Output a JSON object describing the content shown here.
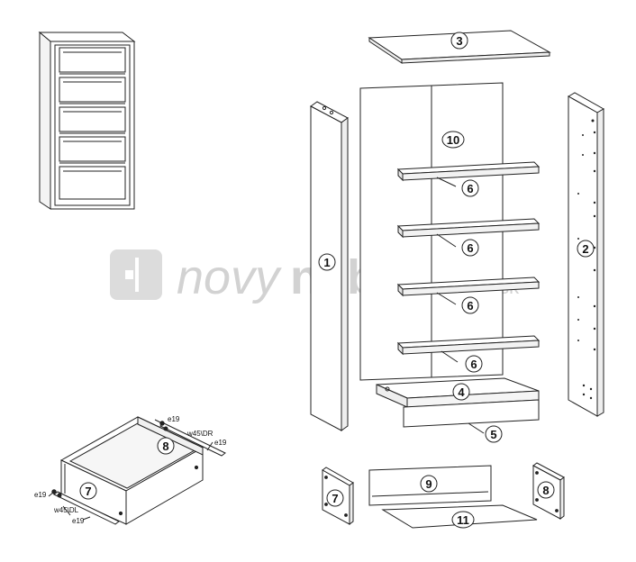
{
  "watermark": {
    "part1": "novy",
    "part2": "nabytok",
    "suffix": ".sk"
  },
  "parts": {
    "p1": "1",
    "p2": "2",
    "p3": "3",
    "p4": "4",
    "p5": "5",
    "p6": "6",
    "p7": "7",
    "p8": "8",
    "p9": "9",
    "p10": "10",
    "p11": "11"
  },
  "hardware": {
    "e19": "e19",
    "w45dr": "w45\\DR",
    "w45dl": "w45\\DL"
  },
  "colors": {
    "line": "#222222",
    "watermark": "#d2d2d2"
  }
}
